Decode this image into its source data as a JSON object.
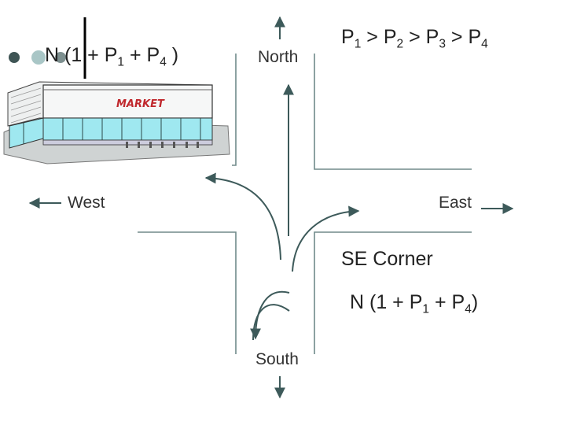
{
  "formula_top": {
    "prefix": "N (1 + P",
    "sub1": "1",
    "mid": " + P",
    "sub2": "4",
    "suffix": " )"
  },
  "inequality": {
    "p": "P",
    "s1": "1",
    "s2": "2",
    "s3": "3",
    "s4": "4",
    "gt": " > "
  },
  "directions": {
    "north": "North",
    "south": "South",
    "west": "West",
    "east": "East"
  },
  "corner_label": "SE Corner",
  "formula_bottom": {
    "prefix": "N (1 + P",
    "sub1": "1",
    "mid": " + P",
    "sub2": "4",
    "suffix": ")"
  },
  "market_sign": "MARKET",
  "colors": {
    "road": "#708a8a",
    "arrow": "#3d5a5a",
    "building_glass": "#9fe8f0",
    "sign": "#c0282d",
    "bullet_dark": "#3f5555",
    "bullet_light": "#a9c6c6"
  }
}
